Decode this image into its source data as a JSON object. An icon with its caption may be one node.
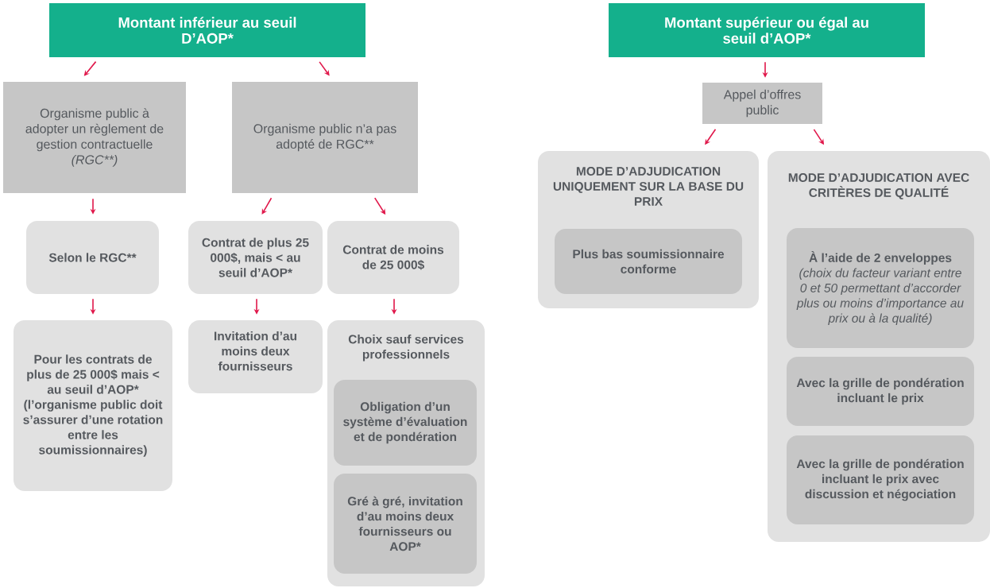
{
  "diagram": {
    "nodes": [
      {
        "text": [
          "Montant inférieur au seuil D’AOP*"
        ]
      },
      {
        "text": [
          "Organisme public à adopter un règlement de gestion contractuelle",
          "(RGC**)"
        ]
      },
      {
        "text": [
          "Organisme public n’a pas adopté de RGC**"
        ]
      },
      {
        "text": [
          "Selon le RGC**"
        ]
      },
      {
        "text": [
          "Contrat de plus 25 000$, mais < au seuil d’AOP*"
        ]
      },
      {
        "text": [
          "Contrat de moins de 25 000$"
        ]
      },
      {
        "text": [
          "Pour les contrats de plus de 25 000$ mais < au seuil d’AOP*",
          "(l’organisme public doit s’assurer d’une rotation entre les soumissionnaires)"
        ]
      },
      {
        "text": [
          "Invitation d’au moins deux fournisseurs"
        ]
      },
      {
        "text": [
          "Choix sauf services professionnels"
        ]
      },
      {
        "text": [
          "Obligation d’un système d’évaluation et de pondération"
        ],
        "in": 8
      },
      {
        "text": [
          "Gré à gré, invitation d’au moins deux fournisseurs ou AOP*"
        ],
        "in": 8
      },
      {
        "text": [
          "Montant supérieur ou égal au seuil d’AOP*"
        ]
      },
      {
        "text": [
          "Appel d’offres public"
        ]
      },
      {
        "text": [
          "MODE D’ADJUDICATION UNIQUEMENT SUR LA BASE DU PRIX"
        ]
      },
      {
        "text": [
          "Plus bas soumissionnaire conforme"
        ],
        "in": 13
      },
      {
        "text": [
          "MODE D’ADJUDICATION AVEC CRITÈRES DE QUALITÉ"
        ]
      },
      {
        "text": [
          "À l’aide de 2 enveloppes",
          "(choix du facteur variant entre 0 et 50 permettant d’accorder plus ou moins d’importance au prix ou à la qualité)"
        ],
        "in": 15
      },
      {
        "text": [
          "Avec la grille de pondération incluant le prix"
        ],
        "in": 15
      },
      {
        "text": [
          "Avec la grille de pondération incluant le prix avec discussion et négociation"
        ],
        "in": 15
      }
    ],
    "edges": [
      {
        "from": 0,
        "to": 1,
        "arrow": "to"
      },
      {
        "from": 0,
        "to": 2,
        "arrow": "to"
      },
      {
        "from": 1,
        "to": 3,
        "arrow": "to"
      },
      {
        "from": 3,
        "to": 6,
        "arrow": "to"
      },
      {
        "from": 2,
        "to": 4,
        "arrow": "to"
      },
      {
        "from": 2,
        "to": 5,
        "arrow": "to"
      },
      {
        "from": 4,
        "to": 7,
        "arrow": "to"
      },
      {
        "from": 5,
        "to": 8,
        "arrow": "to"
      },
      {
        "from": 11,
        "to": 12,
        "arrow": "to"
      },
      {
        "from": 12,
        "to": 13,
        "arrow": "to"
      },
      {
        "from": 12,
        "to": 15,
        "arrow": "to"
      }
    ]
  }
}
